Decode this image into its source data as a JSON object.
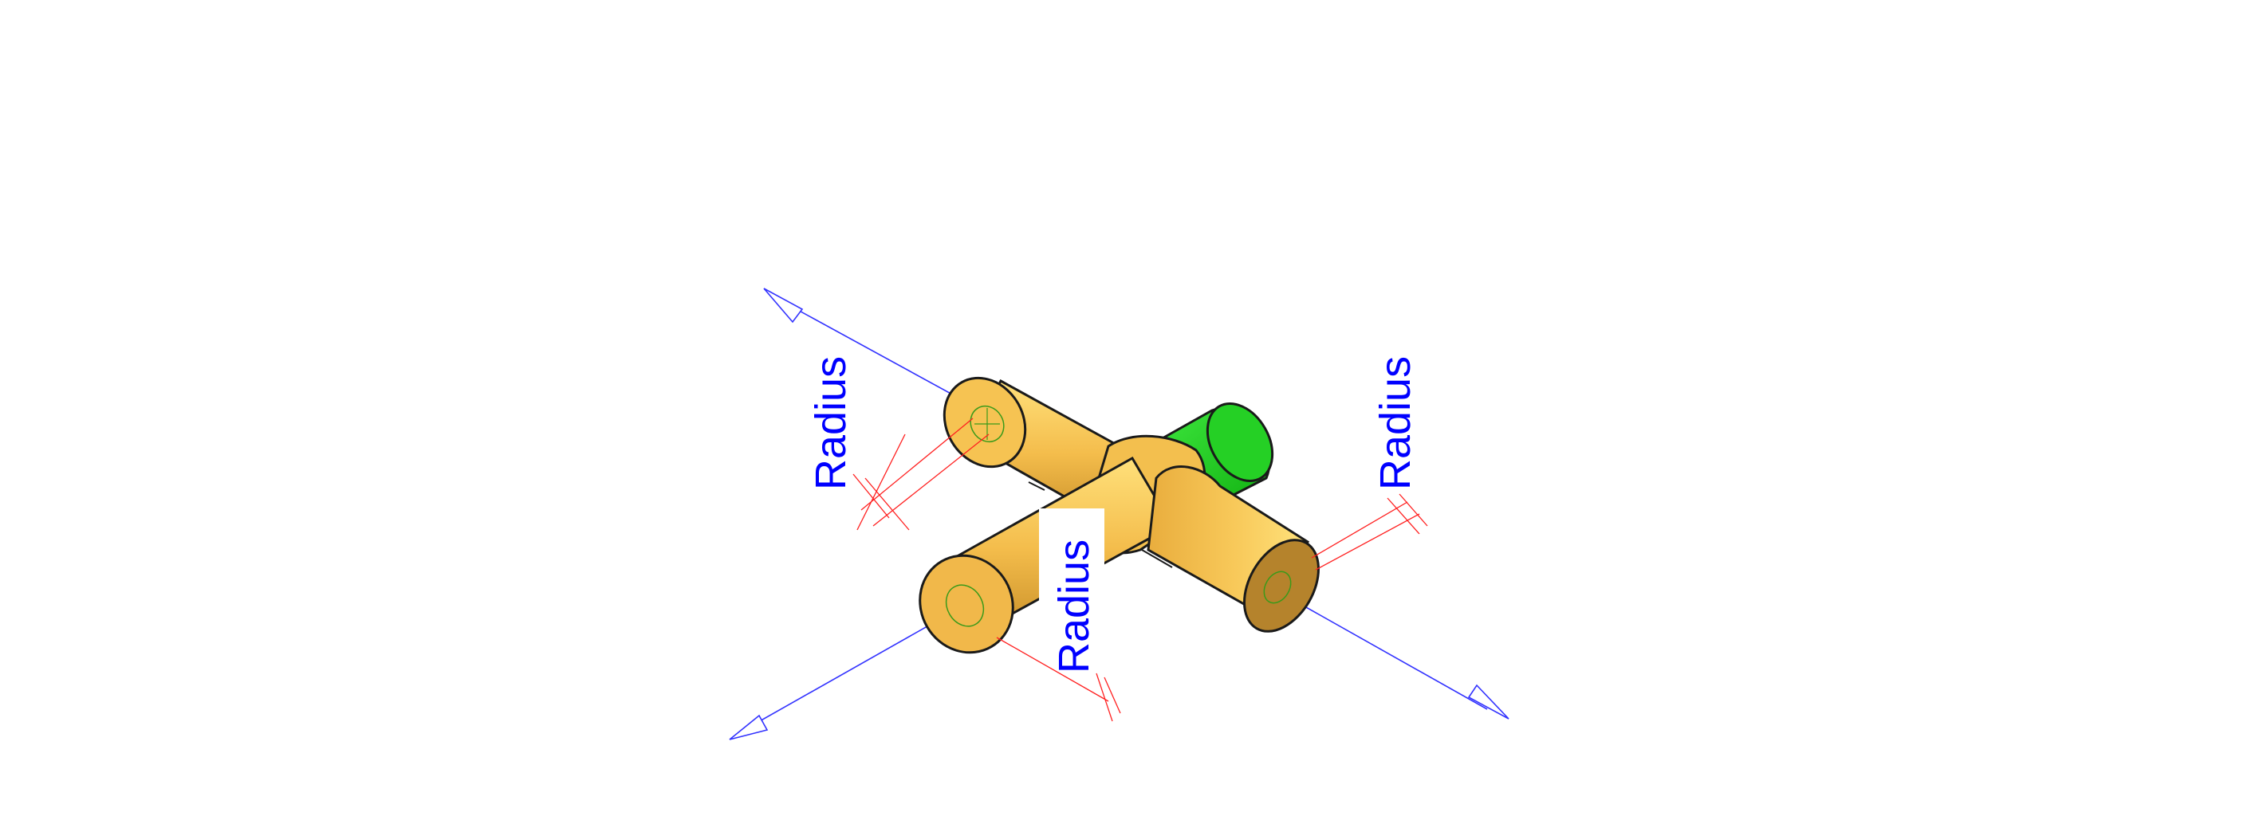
{
  "labels": {
    "radius_upper_left": "Radius",
    "radius_center": "Radius",
    "radius_right": "Radius"
  },
  "colors": {
    "background": "#ffffff",
    "part_body": "#f2bb4a",
    "part_highlight": "#ffd966",
    "part_shadow": "#c98f25",
    "end_face": "#e0a83a",
    "selected_face": "#1ec81e",
    "outline": "#1a1a1a",
    "axis_line": "#3333ff",
    "dimension_line": "#ff2020",
    "label_text": "#0000ff",
    "hole_outline": "#3a9a1a"
  },
  "icons": {
    "axis_arrowhead": "open-triangle-arrow-icon",
    "hole_marker": "circle-crosshair-icon"
  }
}
